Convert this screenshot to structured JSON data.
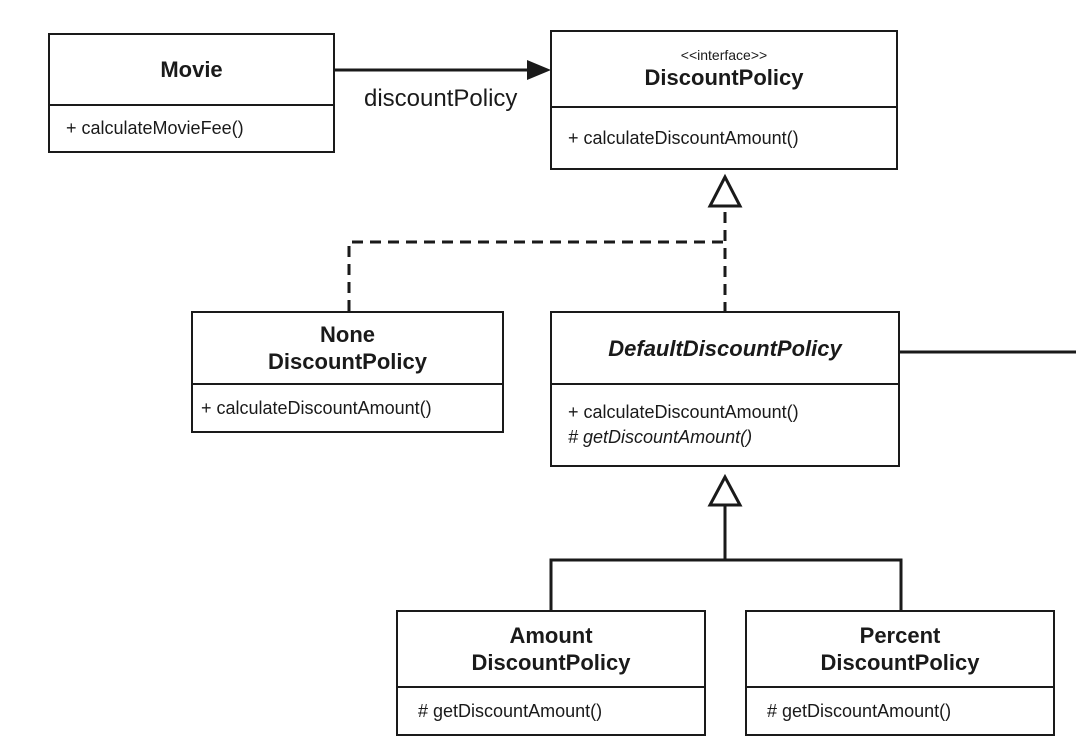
{
  "classes": {
    "movie": {
      "name": "Movie",
      "operations": [
        "+ calculateMovieFee()"
      ]
    },
    "discount_policy": {
      "stereotype": "<<interface>>",
      "name": "DiscountPolicy",
      "operations": [
        "+ calculateDiscountAmount()"
      ]
    },
    "none_discount_policy": {
      "name_lines": [
        "None",
        "DiscountPolicy"
      ],
      "operations": [
        "+ calculateDiscountAmount()"
      ]
    },
    "default_discount_policy": {
      "name": "DefaultDiscountPolicy",
      "operations": [
        "+ calculateDiscountAmount()",
        "# getDiscountAmount()"
      ]
    },
    "amount_discount_policy": {
      "name_lines": [
        "Amount",
        "DiscountPolicy"
      ],
      "operations": [
        "# getDiscountAmount()"
      ]
    },
    "percent_discount_policy": {
      "name_lines": [
        "Percent",
        "DiscountPolicy"
      ],
      "operations": [
        "# getDiscountAmount()"
      ]
    }
  },
  "associations": {
    "movie_to_policy": {
      "label": "discountPolicy"
    }
  },
  "relationships": [
    {
      "from": "Movie",
      "to": "DiscountPolicy",
      "kind": "association"
    },
    {
      "from": "NoneDiscountPolicy",
      "to": "DiscountPolicy",
      "kind": "realization"
    },
    {
      "from": "DefaultDiscountPolicy",
      "to": "DiscountPolicy",
      "kind": "realization"
    },
    {
      "from": "AmountDiscountPolicy",
      "to": "DefaultDiscountPolicy",
      "kind": "generalization"
    },
    {
      "from": "PercentDiscountPolicy",
      "to": "DefaultDiscountPolicy",
      "kind": "generalization"
    }
  ]
}
